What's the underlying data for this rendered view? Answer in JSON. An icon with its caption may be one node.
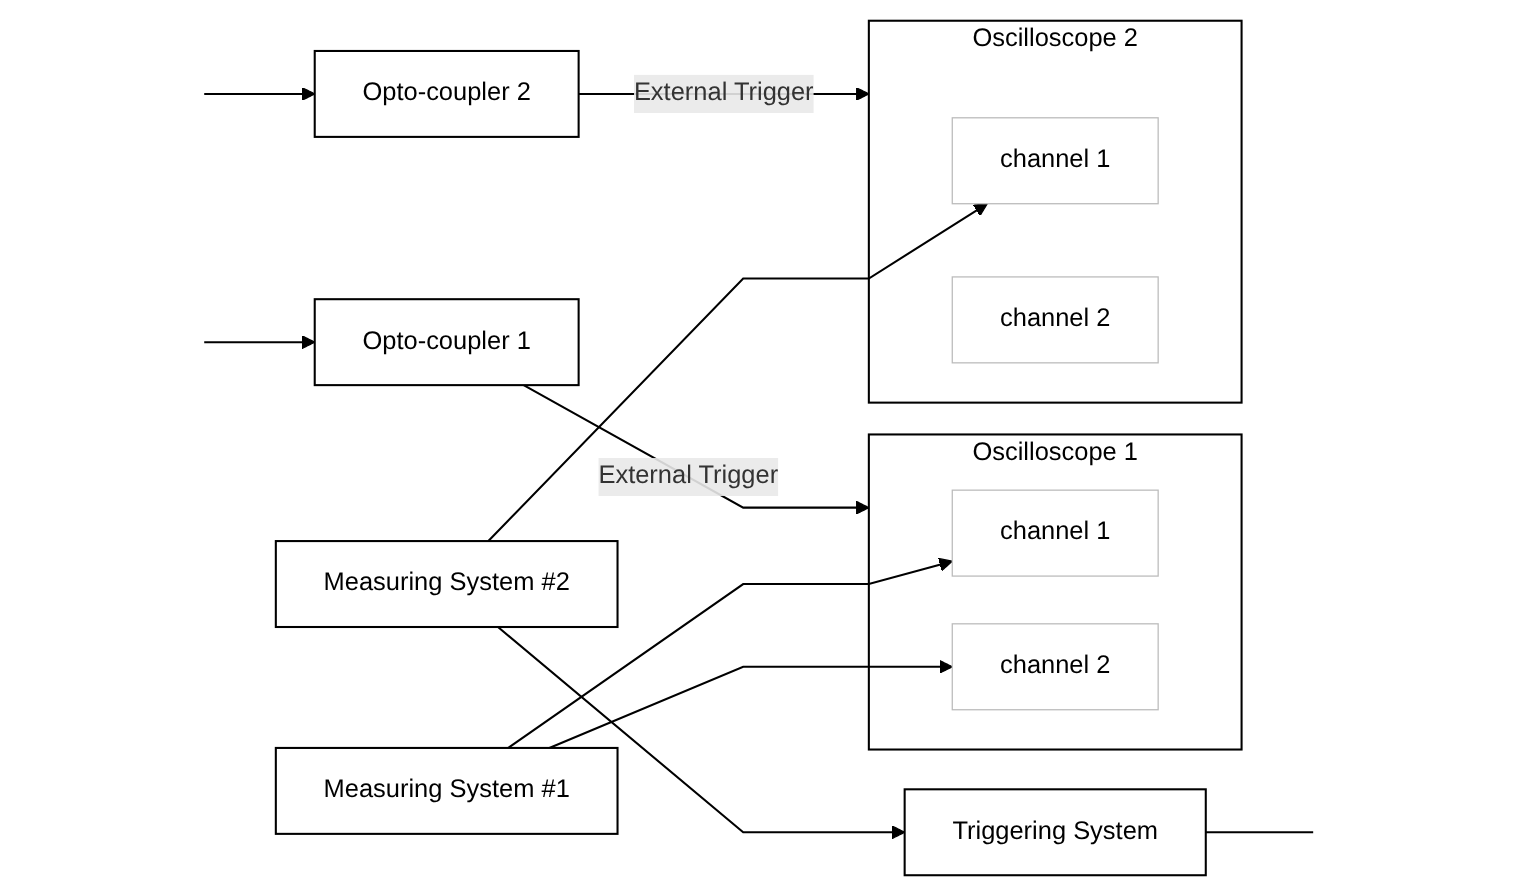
{
  "diagram": {
    "nodes": [
      {
        "text": [
          "Measuring System #1"
        ]
      },
      {
        "text": [
          "Oscilloscope 1"
        ]
      },
      {
        "text": [
          "channel 1"
        ],
        "in": 1
      },
      {
        "text": [
          "channel 2"
        ],
        "in": 1
      },
      {
        "text": [
          "Opto-coupler 1"
        ]
      },
      {
        "text": [
          "Triggering System"
        ]
      },
      {
        "text": [
          "Measuring System #2"
        ]
      },
      {
        "text": [
          "Oscilloscope 2"
        ]
      },
      {
        "text": [
          "channel 1"
        ],
        "in": 7
      },
      {
        "text": [
          "channel 2"
        ],
        "in": 7
      },
      {
        "text": [
          "Opto-coupler 2"
        ]
      }
    ],
    "edges": [
      {
        "from": 0,
        "to": 2,
        "arrow": "to"
      },
      {
        "from": 0,
        "to": 3,
        "arrow": "to"
      },
      {
        "from": 4,
        "to": 1,
        "arrow": "to",
        "label": "External Trigger"
      },
      {
        "from": null,
        "to": 4,
        "arrow": "to"
      },
      {
        "from": 6,
        "to": 5,
        "arrow": "to"
      },
      {
        "from": 6,
        "to": 8,
        "arrow": "to"
      },
      {
        "from": 10,
        "to": 7,
        "arrow": "to",
        "label": "External Trigger"
      },
      {
        "from": null,
        "to": 10,
        "arrow": "to"
      },
      {
        "from": 5,
        "to": null,
        "arrow": "none"
      }
    ]
  }
}
